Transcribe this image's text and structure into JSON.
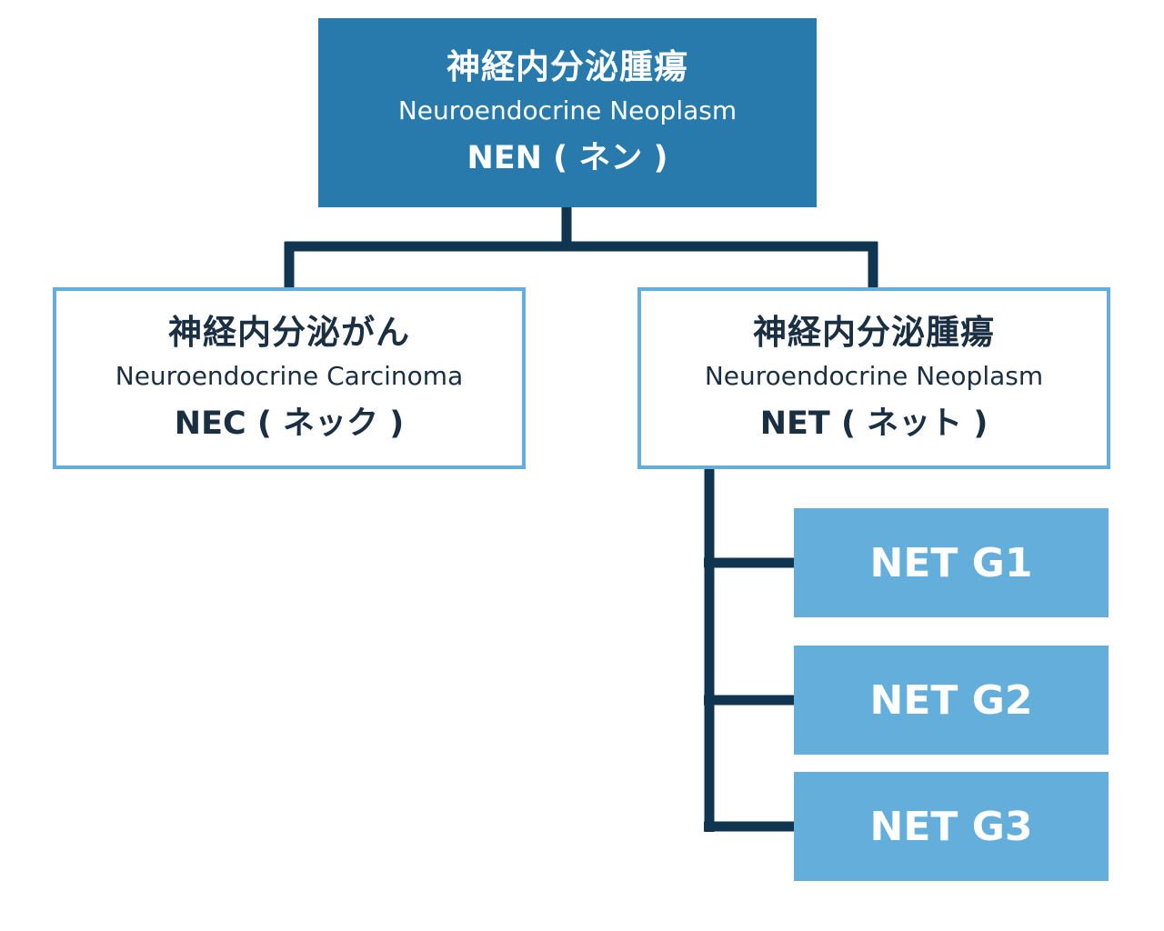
{
  "root": {
    "jp": "神経内分泌腫瘍",
    "en": "Neuroendocrine Neoplasm",
    "abbr": "NEN ( ネン )"
  },
  "left_branch": {
    "jp": "神経内分泌がん",
    "en": "Neuroendocrine Carcinoma",
    "abbr": "NEC ( ネック )"
  },
  "right_branch": {
    "jp": "神経内分泌腫瘍",
    "en": "Neuroendocrine Neoplasm",
    "abbr": "NET ( ネット )"
  },
  "grades": [
    "NET G1",
    "NET G2",
    "NET G3"
  ],
  "colors": {
    "root_fill": "#277aab",
    "light_blue": "#63aedb",
    "connector": "#0f3550",
    "dark_text": "#1a2f42"
  }
}
